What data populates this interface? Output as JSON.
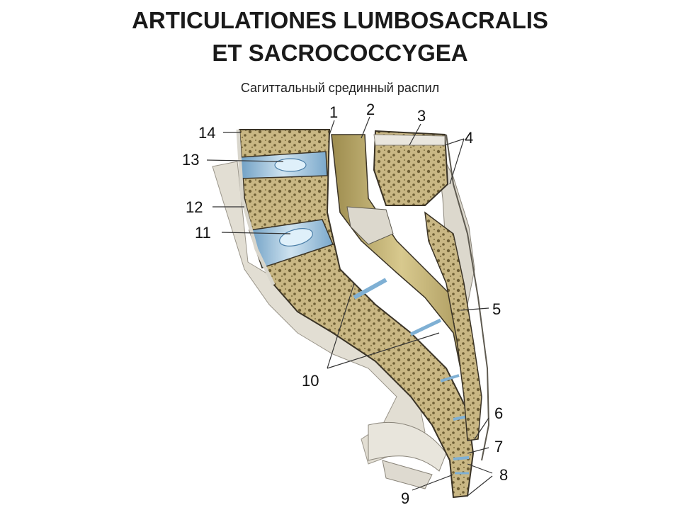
{
  "title_line1": "ARTICULATIONES LUMBOSACRALIS",
  "title_line2": "ET  SACROCOCCYGEA",
  "subtitle": "Сагиттальный срединный распил",
  "colors": {
    "bone": "#c9b784",
    "bone_dark": "#8a7a48",
    "disc": "#8fb8d6",
    "ligament": "#e6e3da",
    "canal": "#b9a86a",
    "outline": "#3a3326"
  },
  "labels": [
    "1",
    "2",
    "3",
    "4",
    "5",
    "6",
    "7",
    "8",
    "9",
    "10",
    "11",
    "12",
    "13",
    "14"
  ]
}
